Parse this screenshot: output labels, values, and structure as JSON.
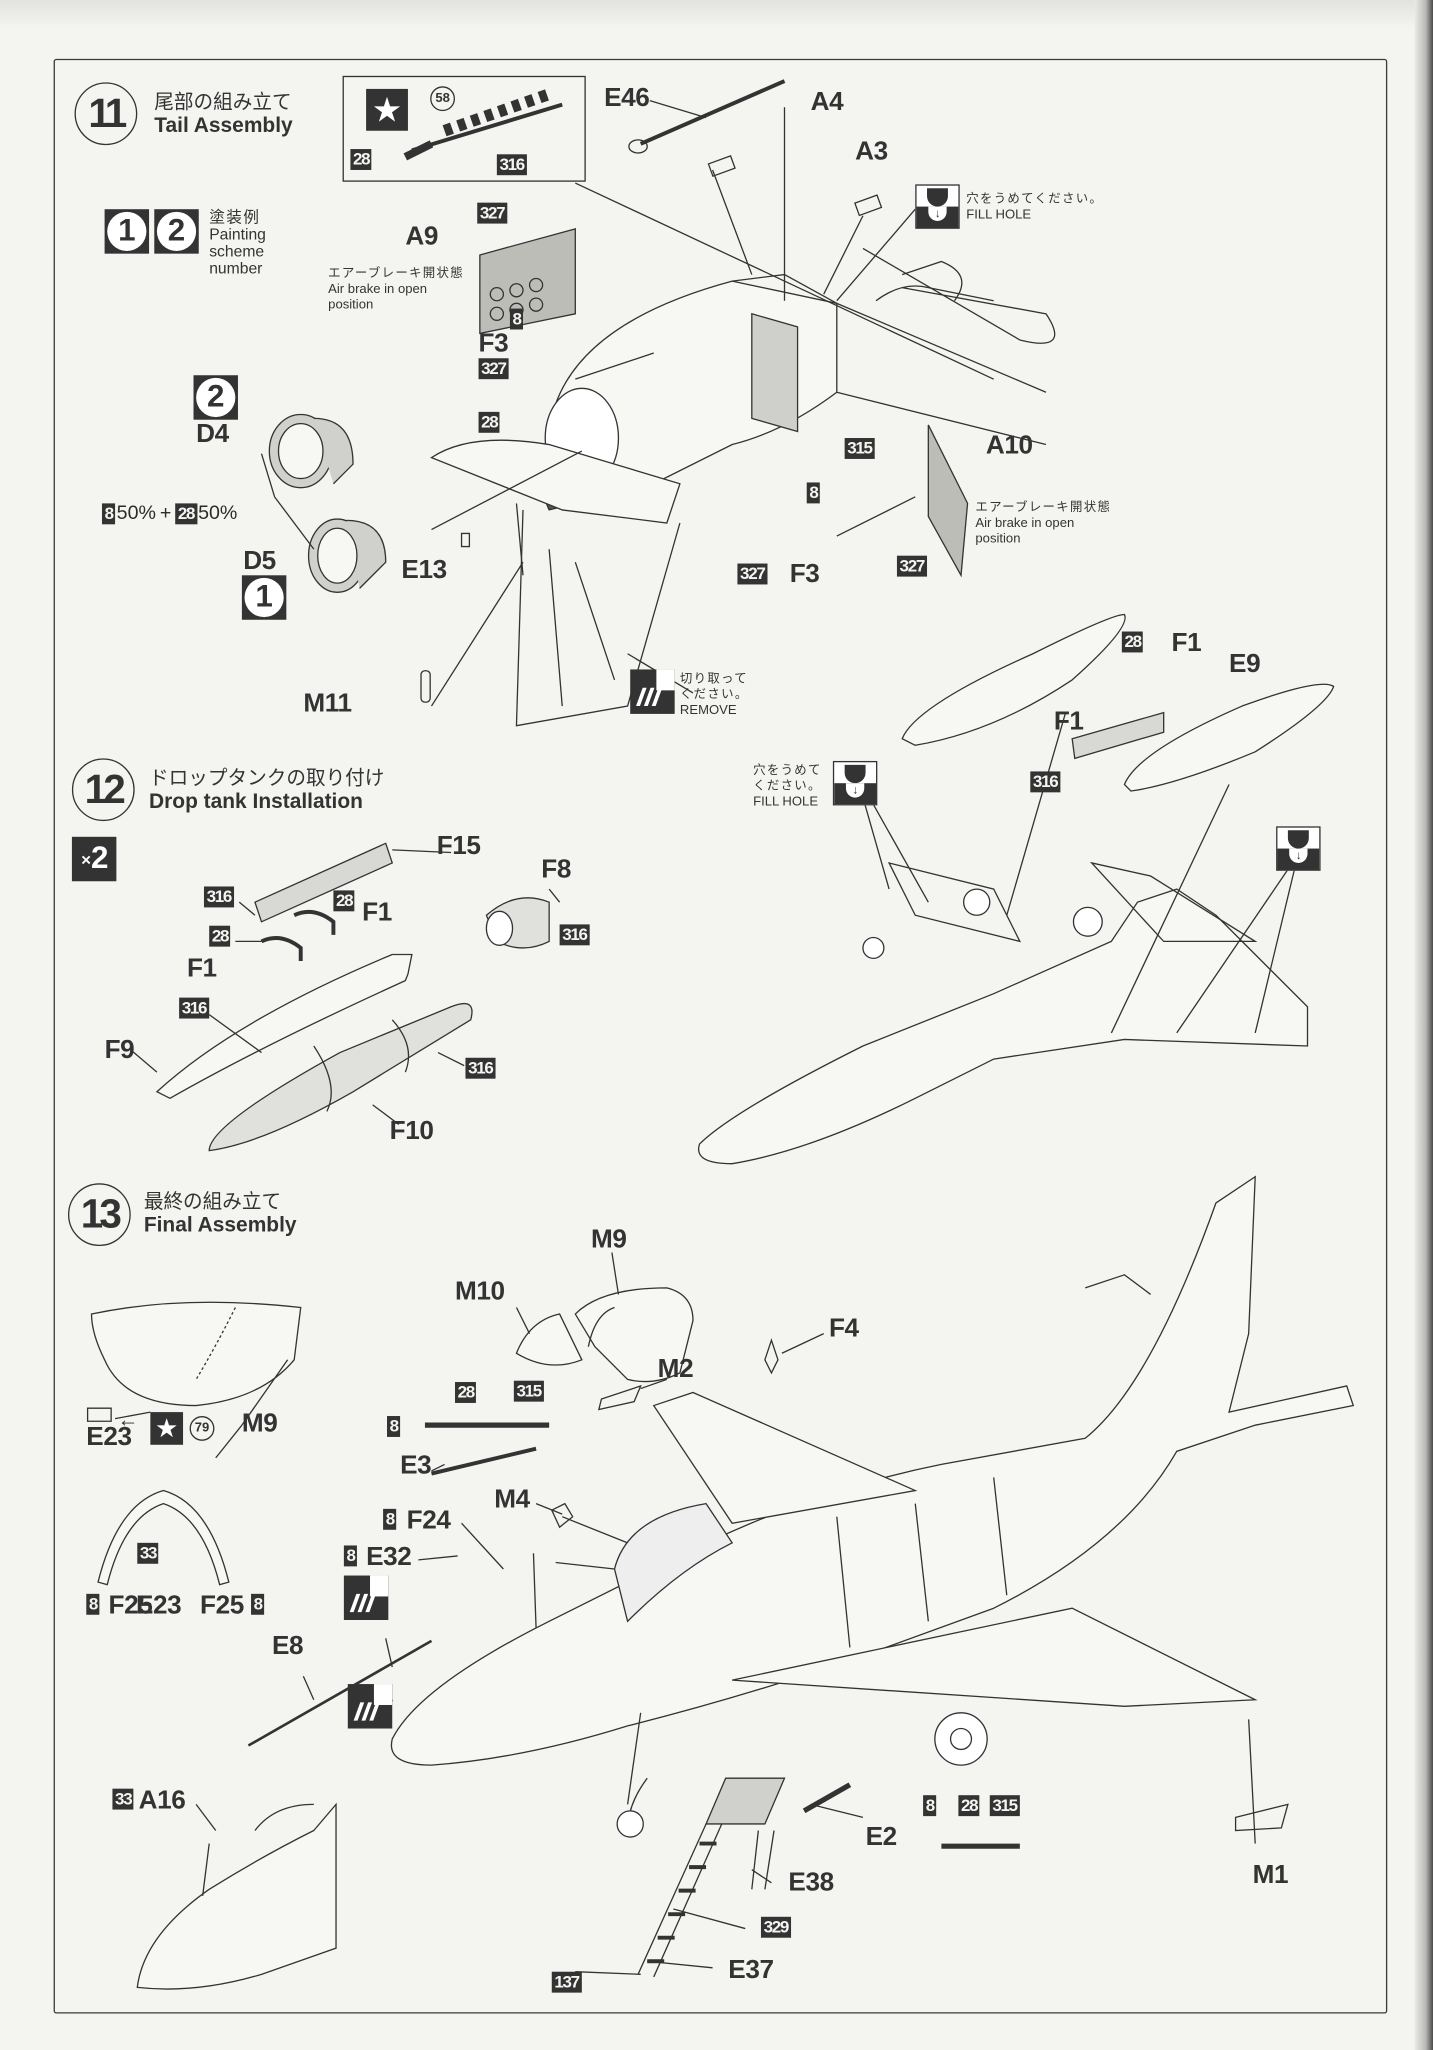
{
  "page": {
    "type": "model kit instruction sheet",
    "colors": {
      "ink": "#333333",
      "paper": "#f4f4f1",
      "shade": "#c8c8c4"
    }
  },
  "steps": [
    {
      "number": "11",
      "title_jp": "尾部の組み立て",
      "title_en": "Tail Assembly",
      "painting_scheme_legend": {
        "badges": [
          "1",
          "2"
        ],
        "label_jp": "塗装例",
        "label_en": "Painting scheme number"
      },
      "inset": {
        "decal_number": "58",
        "paints": [
          "28",
          "316"
        ]
      },
      "parts": [
        "E46",
        "A4",
        "A3",
        "A9",
        "F3",
        "D4",
        "D5",
        "E13",
        "A10",
        "F3",
        "M11"
      ],
      "paint_codes": [
        "327",
        "8",
        "327",
        "28",
        "315",
        "8",
        "327",
        "327"
      ],
      "paint_mix": {
        "a": "8",
        "a_pct": "50%",
        "b": "28",
        "b_pct": "50%",
        "plus": "+"
      },
      "scheme_badges": {
        "d4": "2",
        "d5": "1"
      },
      "notes": {
        "fill_hole": {
          "jp": "穴をうめてください。",
          "en": "FILL HOLE"
        },
        "air_brake_a9": {
          "jp": "エアーブレーキ開状態",
          "en1": "Air brake in open",
          "en2": "position"
        },
        "air_brake_a10": {
          "jp": "エアーブレーキ開状態",
          "en1": "Air brake in open",
          "en2": "position"
        },
        "remove": {
          "jp1": "切り取って",
          "jp2": "ください。",
          "en": "REMOVE"
        }
      }
    },
    {
      "number": "12",
      "title_jp": "ドロップタンクの取り付け",
      "title_en": "Drop tank  Installation",
      "multiplier": {
        "x": "×",
        "n": "2"
      },
      "parts": [
        "F15",
        "F8",
        "F1",
        "F1",
        "F9",
        "F10",
        "F1",
        "E9",
        "F1"
      ],
      "paint_codes": [
        "316",
        "28",
        "28",
        "316",
        "316",
        "316",
        "28",
        "316"
      ],
      "notes": {
        "fill_hole": {
          "jp1": "穴をうめて",
          "jp2": "ください。",
          "en": "FILL HOLE"
        }
      }
    },
    {
      "number": "13",
      "title_jp": "最終の組み立て",
      "title_en": "Final Assembly",
      "parts": [
        "M9",
        "M10",
        "F4",
        "M2",
        "E23",
        "M9",
        "E3",
        "M4",
        "F24",
        "E32",
        "F25",
        "E23",
        "F25",
        "E8",
        "A16",
        "E2",
        "E38",
        "E37",
        "M1"
      ],
      "paint_codes": [
        "28",
        "315",
        "8",
        "8",
        "8",
        "33",
        "8",
        "8",
        "33",
        "8",
        "28",
        "315",
        "329",
        "137"
      ],
      "decal_number": "79"
    }
  ]
}
